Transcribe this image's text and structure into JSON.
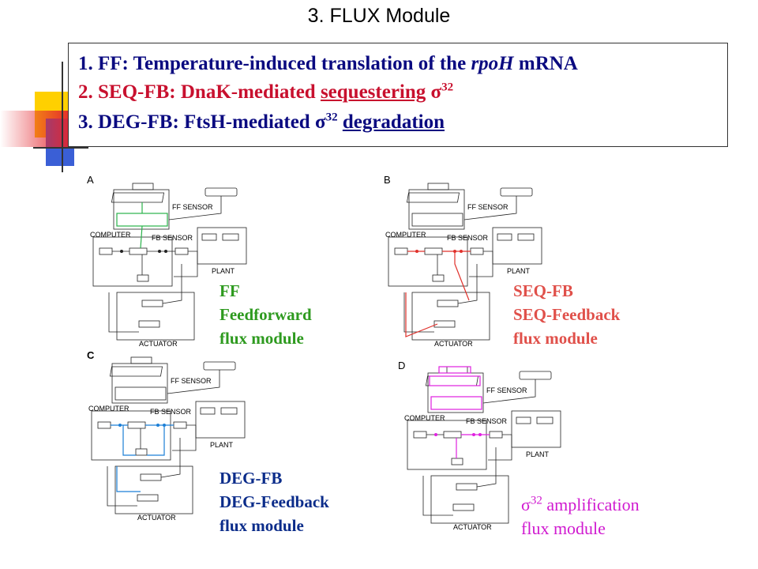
{
  "slide": {
    "title": "3. FLUX Module",
    "box_lines": {
      "l1_prefix": "1. FF: Temperature-induced translation of the ",
      "l1_italic": "rpoH",
      "l1_suffix": " mRNA",
      "l2_prefix": "2. SEQ-FB: DnaK-mediated ",
      "l2_underlined": "sequestering",
      "l2_sigma": "σ",
      "l2_sup": "32",
      "l3_prefix": "3. DEG-FB: FtsH-mediated ",
      "l3_sigma": "σ",
      "l3_sup": "32",
      "l3_underlined": "degradation"
    }
  },
  "panels": {
    "A": {
      "letter": "A",
      "accent": "#29b24a"
    },
    "B": {
      "letter": "B",
      "accent": "#e0302a"
    },
    "C": {
      "letter": "C",
      "accent": "#1c7fd6"
    },
    "D": {
      "letter": "D",
      "accent": "#e020e0"
    }
  },
  "diagram_labels": {
    "ff_sensor": "FF SENSOR",
    "fb_sensor": "FB SENSOR",
    "computer": "COMPUTER",
    "actuator": "ACTUATOR",
    "plant": "PLANT"
  },
  "captions": {
    "ff": [
      "FF",
      "Feedforward",
      "flux module"
    ],
    "seq": [
      "SEQ-FB",
      "SEQ-Feedback",
      "flux module"
    ],
    "deg": [
      "DEG-FB",
      "DEG-Feedback",
      "flux module"
    ],
    "amp_sigma": "σ",
    "amp_sup": "32",
    "amp_line1_rest": " amplification",
    "amp_line2": "flux module"
  },
  "colors": {
    "title_navy": "#0a0a80",
    "seq_red": "#c8102e",
    "deco_yellow": "#ffd000",
    "deco_blue": "#3a5fd6",
    "deco_red": "#e3262e"
  }
}
